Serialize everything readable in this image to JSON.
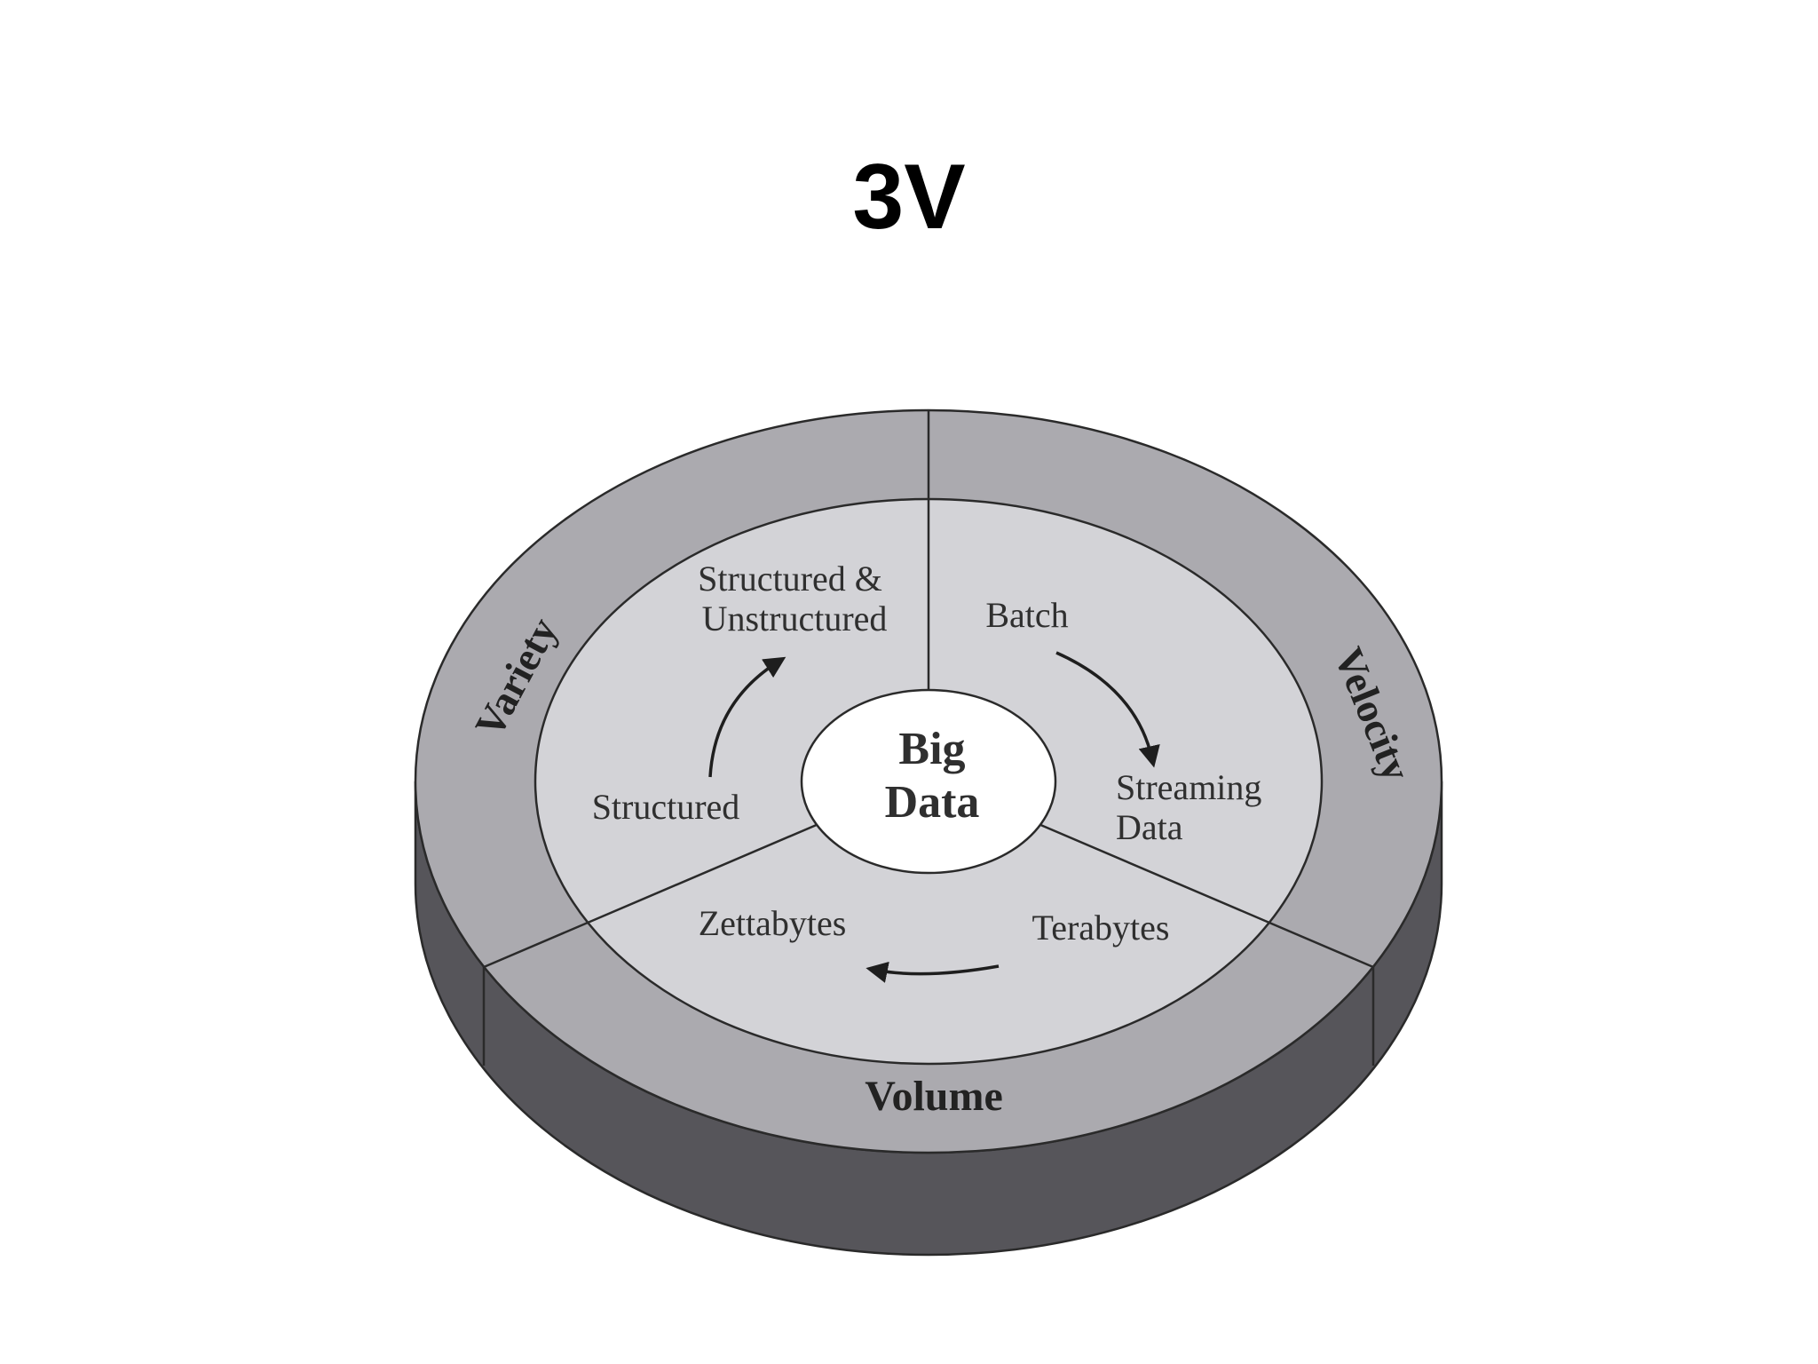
{
  "title": "3V",
  "diagram": {
    "center": {
      "line1": "Big",
      "line2": "Data"
    },
    "sectors": {
      "variety": {
        "label": "Variety",
        "from": "Structured",
        "to_line1": "Structured &",
        "to_line2": "Unstructured"
      },
      "velocity": {
        "label": "Velocity",
        "from": "Batch",
        "to_line1": "Streaming",
        "to_line2": "Data"
      },
      "volume": {
        "label": "Volume",
        "from": "Terabytes",
        "to": "Zettabytes"
      }
    },
    "colors": {
      "outer_ring": "#abaaaf",
      "inner_disk": "#d3d3d7",
      "side_dark": "#56555a",
      "center": "#ffffff",
      "stroke": "#2a2a2a"
    }
  }
}
